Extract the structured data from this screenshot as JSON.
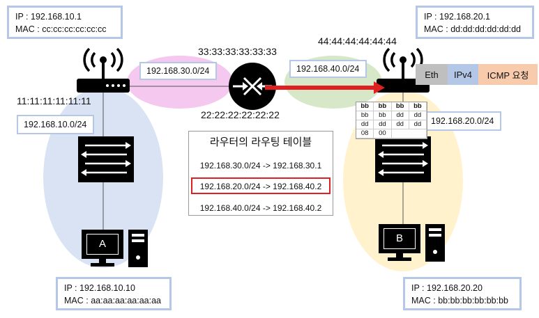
{
  "router_left": {
    "ip": "IP : 192.168.10.1",
    "mac": "MAC : cc:cc:cc:cc:cc:cc",
    "port_mac": "11:11:11:11:11:11"
  },
  "router_right": {
    "ip": "IP : 192.168.20.1",
    "mac": "MAC : dd:dd:dd:dd:dd:dd",
    "port_mac": "44:44:44:44:44:44"
  },
  "core_router": {
    "mac_top": "33:33:33:33:33:33",
    "mac_bottom": "22:22:22:22:22:22"
  },
  "networks": {
    "n30": "192.168.30.0/24",
    "n40": "192.168.40.0/24",
    "n10": "192.168.10.0/24",
    "n20": "192.168.20.0/24"
  },
  "routing_table": {
    "title": "라우터의 라우팅 테이블",
    "rows": [
      "192.168.30.0/24 -> 192.168.30.1",
      "192.168.20.0/24 -> 192.168.40.2",
      "192.168.40.0/24 -> 192.168.40.2"
    ]
  },
  "packet": {
    "eth": "Eth",
    "ipv4": "IPv4",
    "icmp": "ICMP 요청"
  },
  "hex_cells": [
    "bb",
    "bb",
    "bb",
    "bb",
    "bb",
    "bb",
    "dd",
    "dd",
    "dd",
    "dd",
    "dd",
    "dd",
    "08",
    "00",
    "",
    ""
  ],
  "pc_a": {
    "label": "A",
    "ip": "IP : 192.168.10.10",
    "mac": "MAC : aa:aa:aa:aa:aa:aa"
  },
  "pc_b": {
    "label": "B",
    "ip": "IP : 192.168.20.20",
    "mac": "MAC : bb:bb:bb:bb:bb:bb"
  },
  "colors": {
    "segment_30": "#f5c8f0",
    "segment_40": "#d6e8c8",
    "lan_a": "#dae3f3",
    "lan_b": "#fff2cc",
    "box_border": "#b4c7e7",
    "arrow": "#e02020",
    "eth": "#bfbfbf",
    "ipv4": "#b4c7e7",
    "icmp": "#f8cbad"
  }
}
